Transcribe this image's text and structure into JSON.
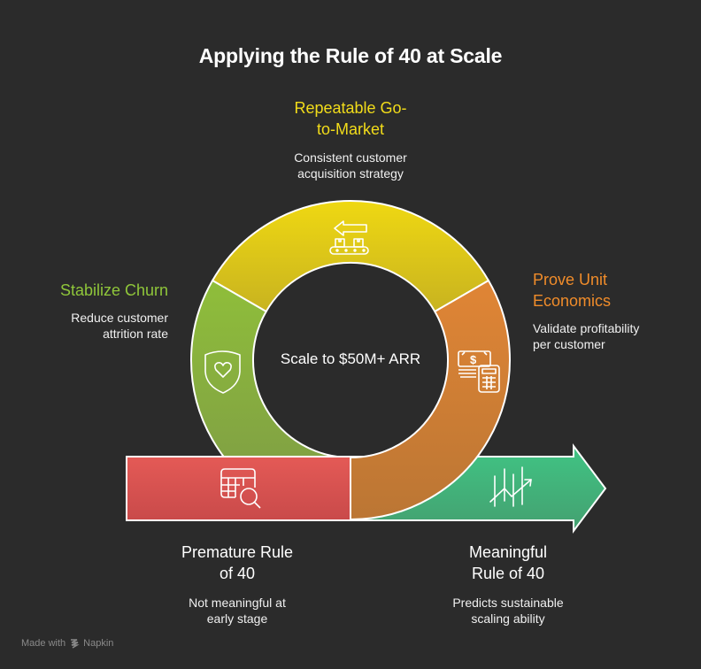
{
  "title": "Applying the Rule of 40 at Scale",
  "hub": {
    "label": "Scale to $50M+ ARR"
  },
  "cycle_steps": [
    {
      "id": "go-to-market",
      "heading_line1": "Repeatable Go-",
      "heading_line2": "to-Market",
      "desc_line1": "Consistent customer",
      "desc_line2": "acquisition strategy",
      "color": "#f0d800",
      "icon": "conveyor-belt-icon"
    },
    {
      "id": "unit-economics",
      "heading_line1": "Prove Unit",
      "heading_line2": "Economics",
      "desc_line1": "Validate profitability",
      "desc_line2": "per customer",
      "color": "#f08c2a",
      "icon": "money-calculator-icon"
    },
    {
      "id": "churn",
      "heading_line1": "Stabilize Churn",
      "heading_line2": "",
      "desc_line1": "Reduce customer",
      "desc_line2": "attrition rate",
      "color": "#8fc63a",
      "icon": "shield-heart-icon"
    }
  ],
  "stages": [
    {
      "id": "premature",
      "heading_line1": "Premature Rule",
      "heading_line2": "of 40",
      "desc_line1": "Not meaningful at",
      "desc_line2": "early stage",
      "color": "#e05656",
      "icon": "table-search-icon"
    },
    {
      "id": "meaningful",
      "heading_line1": "Meaningful",
      "heading_line2": "Rule of 40",
      "desc_line1": "Predicts sustainable",
      "desc_line2": "scaling ability",
      "color": "#3fbf80",
      "icon": "growth-chart-icon"
    }
  ],
  "footer": {
    "made_with": "Made with",
    "brand": "Napkin"
  }
}
